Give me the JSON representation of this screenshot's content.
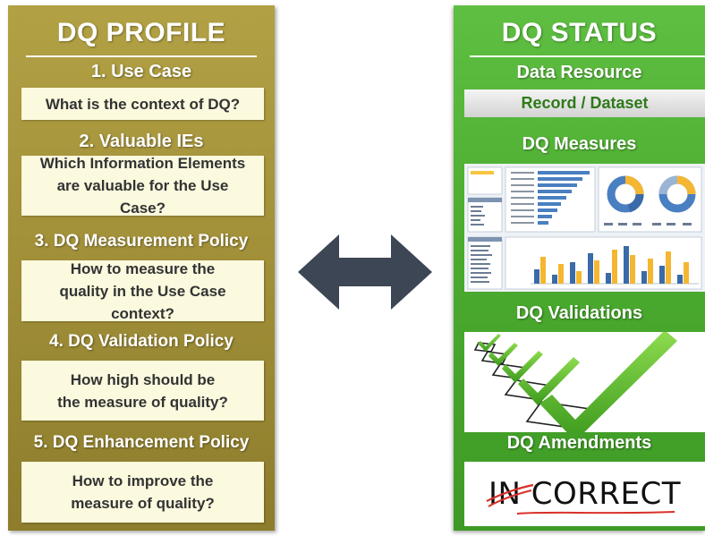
{
  "profile": {
    "title": "DQ PROFILE",
    "sections": [
      {
        "heading": "1. Use Case",
        "question": "What is the context of DQ?"
      },
      {
        "heading": "2. Valuable IEs",
        "question": "Which Information Elements are valuable for the Use Case?"
      },
      {
        "heading": "3. DQ Measurement Policy",
        "question": "How to measure the quality in the Use Case context?"
      },
      {
        "heading": "4. DQ Validation Policy",
        "question": "How high should be the measure of quality?"
      },
      {
        "heading": "5. DQ Enhancement Policy",
        "question": "How to improve the measure of quality?"
      }
    ]
  },
  "status": {
    "title": "DQ STATUS",
    "data_resource": "Data Resource",
    "record_dataset": "Record / Dataset",
    "measures": "DQ Measures",
    "validations": "DQ Validations",
    "amendments": "DQ Amendments",
    "incorrect_prefix": "IN",
    "incorrect_rest": "CORRECT"
  },
  "colors": {
    "profile_panel": "#a3913a",
    "status_panel": "#4aaa2e",
    "question_box": "#fbf9de",
    "arrow": "#3d4654",
    "checkmark": "#5cb82c",
    "strike": "#d9302a"
  },
  "icons": [
    "double-arrow-icon",
    "checkmark-icon"
  ]
}
